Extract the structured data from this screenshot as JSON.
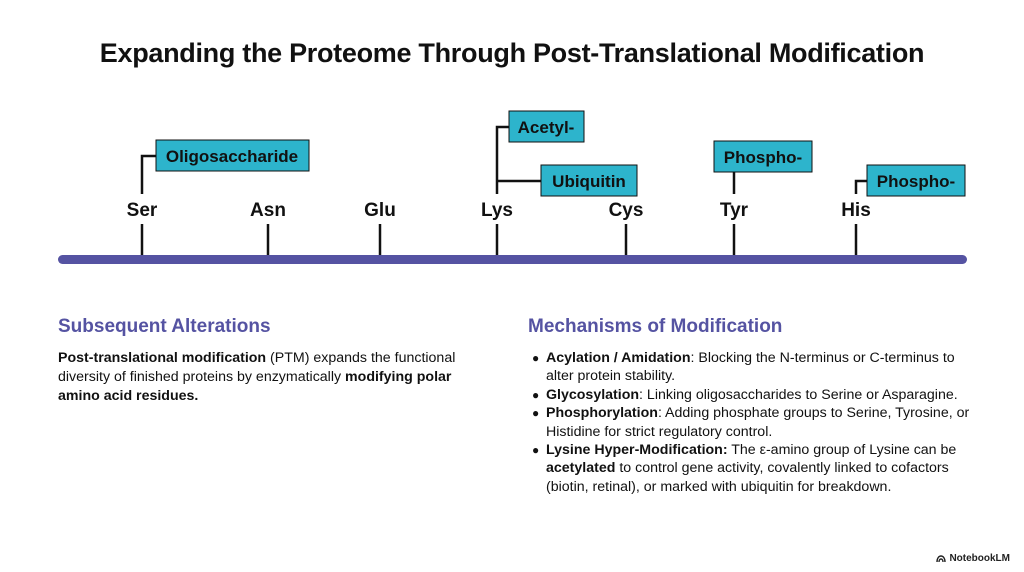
{
  "title": "Expanding the Proteome Through Post-Translational Modification",
  "residues": [
    "Ser",
    "Asn",
    "Glu",
    "Lys",
    "Cys",
    "Tyr",
    "His"
  ],
  "labels": {
    "ser_mod": "Oligosaccharide",
    "lys_mod_1": "Acetyl-",
    "lys_mod_2": "Ubiquitin",
    "tyr_mod": "Phospho-",
    "his_mod": "Phospho-"
  },
  "colors": {
    "label_box": "#2db4cc",
    "axis": "#5553a2",
    "heading": "#5553a2"
  },
  "left": {
    "heading": "Subsequent Alterations",
    "p1_bold": "Post-translational modification",
    "p1_rest": " (PTM) expands the functional diversity of finished proteins by enzymatically ",
    "p1_bold2": "modifying polar amino acid residues."
  },
  "right": {
    "heading": "Mechanisms of Modification",
    "items": [
      {
        "term": "Acylation / Amidation",
        "text": ": Blocking the N-terminus or C-terminus to alter protein stability."
      },
      {
        "term": "Glycosylation",
        "text": ": Linking oligosaccharides to Serine or Asparagine."
      },
      {
        "term": "Phosphorylation",
        "text": ": Adding phosphate groups to Serine, Tyrosine, or Histidine for strict regulatory control."
      },
      {
        "term": "Lysine Hyper-Modification:",
        "text": " The ε-amino group of Lysine can be ",
        "bold2": "acetylated",
        "text2": " to control gene activity, covalently linked to cofactors (biotin, retinal), or marked with ubiquitin for breakdown."
      }
    ]
  },
  "brand": "NotebookLM"
}
